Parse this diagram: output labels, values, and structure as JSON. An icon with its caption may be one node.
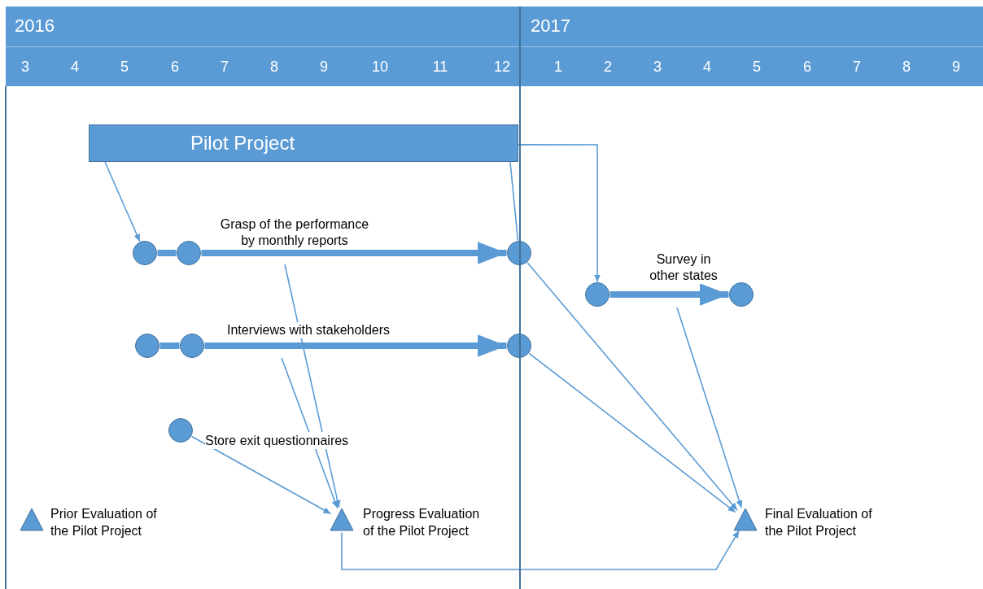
{
  "diagram": {
    "nodes": [
      {
        "text": [
          "Pilot Project"
        ]
      },
      {
        "text": [],
        "shape": "circle"
      },
      {
        "text": [],
        "shape": "circle"
      },
      {
        "text": [],
        "shape": "circle"
      },
      {
        "text": [],
        "shape": "circle"
      },
      {
        "text": [],
        "shape": "circle"
      },
      {
        "text": [],
        "shape": "circle"
      },
      {
        "text": [],
        "shape": "circle"
      },
      {
        "text": [],
        "shape": "circle"
      },
      {
        "text": [],
        "shape": "circle",
        "beside": [
          "Store exit questionnaires"
        ]
      },
      {
        "text": [],
        "shape": "triangle",
        "beside": [
          "Prior Evaluation of the Pilot Project"
        ]
      },
      {
        "text": [],
        "shape": "triangle",
        "beside": [
          "Progress Evaluation of the Pilot Project"
        ]
      },
      {
        "text": [],
        "shape": "triangle",
        "beside": [
          "Final Evaluation of the Pilot Project"
        ]
      }
    ],
    "edges": [
      {
        "from": 0,
        "to": 1,
        "arrow": "to"
      },
      {
        "from": 1,
        "to": 2,
        "arrow": "none",
        "style": "thick"
      },
      {
        "from": 2,
        "to": 3,
        "arrow": "to",
        "style": "thick",
        "label": "Grasp of the performance by monthly reports"
      },
      {
        "from": 4,
        "to": 5,
        "arrow": "none",
        "style": "thick"
      },
      {
        "from": 5,
        "to": 6,
        "arrow": "to",
        "style": "thick",
        "label": "Interviews with stakeholders"
      },
      {
        "from": 7,
        "to": 8,
        "arrow": "to",
        "style": "thick",
        "label": "Survey in other states"
      },
      {
        "from": 0,
        "to": 3,
        "arrow": "none"
      },
      {
        "from": 0,
        "to": 7,
        "arrow": "to"
      },
      {
        "from": null,
        "to": 11,
        "arrow": "to"
      },
      {
        "from": null,
        "to": 11,
        "arrow": "to"
      },
      {
        "from": 9,
        "to": 11,
        "arrow": "to"
      },
      {
        "from": 3,
        "to": 12,
        "arrow": "to"
      },
      {
        "from": 6,
        "to": 12,
        "arrow": "to"
      },
      {
        "from": null,
        "to": 12,
        "arrow": "to"
      },
      {
        "from": 11,
        "to": 12,
        "arrow": "to"
      }
    ],
    "labels": [
      "2016",
      "2017",
      "3",
      "4",
      "5",
      "6",
      "7",
      "8",
      "9",
      "10",
      "11",
      "12",
      "1",
      "2",
      "3",
      "4",
      "5",
      "6",
      "7",
      "8",
      "9"
    ]
  }
}
